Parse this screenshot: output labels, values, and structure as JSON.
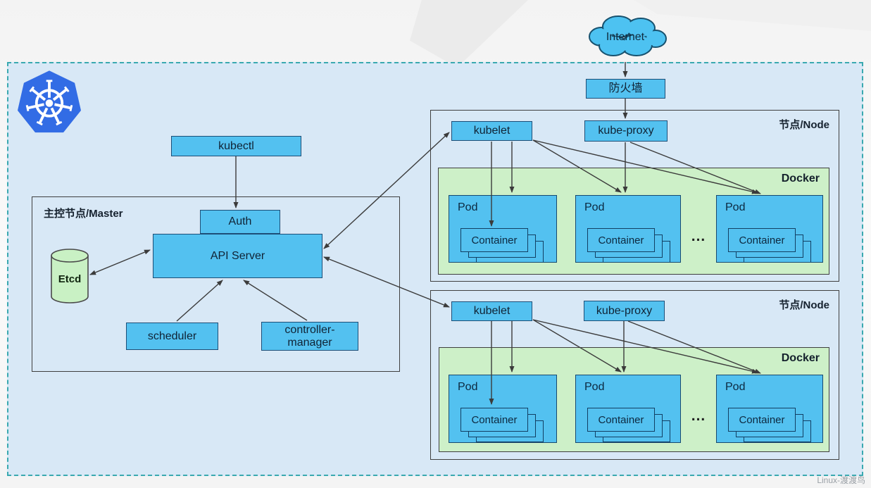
{
  "internet": {
    "label": "Internet"
  },
  "firewall": {
    "label": "防火墙"
  },
  "master": {
    "title": "主控节点/Master",
    "kubectl_label": "kubectl",
    "auth_label": "Auth",
    "api_server_label": "API Server",
    "etcd_label": "Etcd",
    "scheduler_label": "scheduler",
    "controller_manager_label": "controller-manager"
  },
  "nodes": [
    {
      "title": "节点/Node",
      "kubelet_label": "kubelet",
      "kube_proxy_label": "kube-proxy",
      "docker_label": "Docker",
      "ellipsis": "...",
      "pods": [
        {
          "label": "Pod",
          "container_label": "Container"
        },
        {
          "label": "Pod",
          "container_label": "Container"
        },
        {
          "label": "Pod",
          "container_label": "Container"
        }
      ]
    },
    {
      "title": "节点/Node",
      "kubelet_label": "kubelet",
      "kube_proxy_label": "kube-proxy",
      "docker_label": "Docker",
      "ellipsis": "...",
      "pods": [
        {
          "label": "Pod",
          "container_label": "Container"
        },
        {
          "label": "Pod",
          "container_label": "Container"
        },
        {
          "label": "Pod",
          "container_label": "Container"
        }
      ]
    }
  ],
  "watermark": "Linux-渡渡鸟",
  "colors": {
    "k8s_blue": "#326CE5",
    "box_blue": "#53C1F0",
    "box_border": "#1D4E77",
    "docker_green": "#CDF0C8",
    "etcd_green": "#C9F1C4",
    "cluster_bg": "#D8E8F6",
    "dashed_border": "#3AA9B0",
    "frame_border": "#3F3F3F",
    "arrow": "#3B3B3B"
  }
}
